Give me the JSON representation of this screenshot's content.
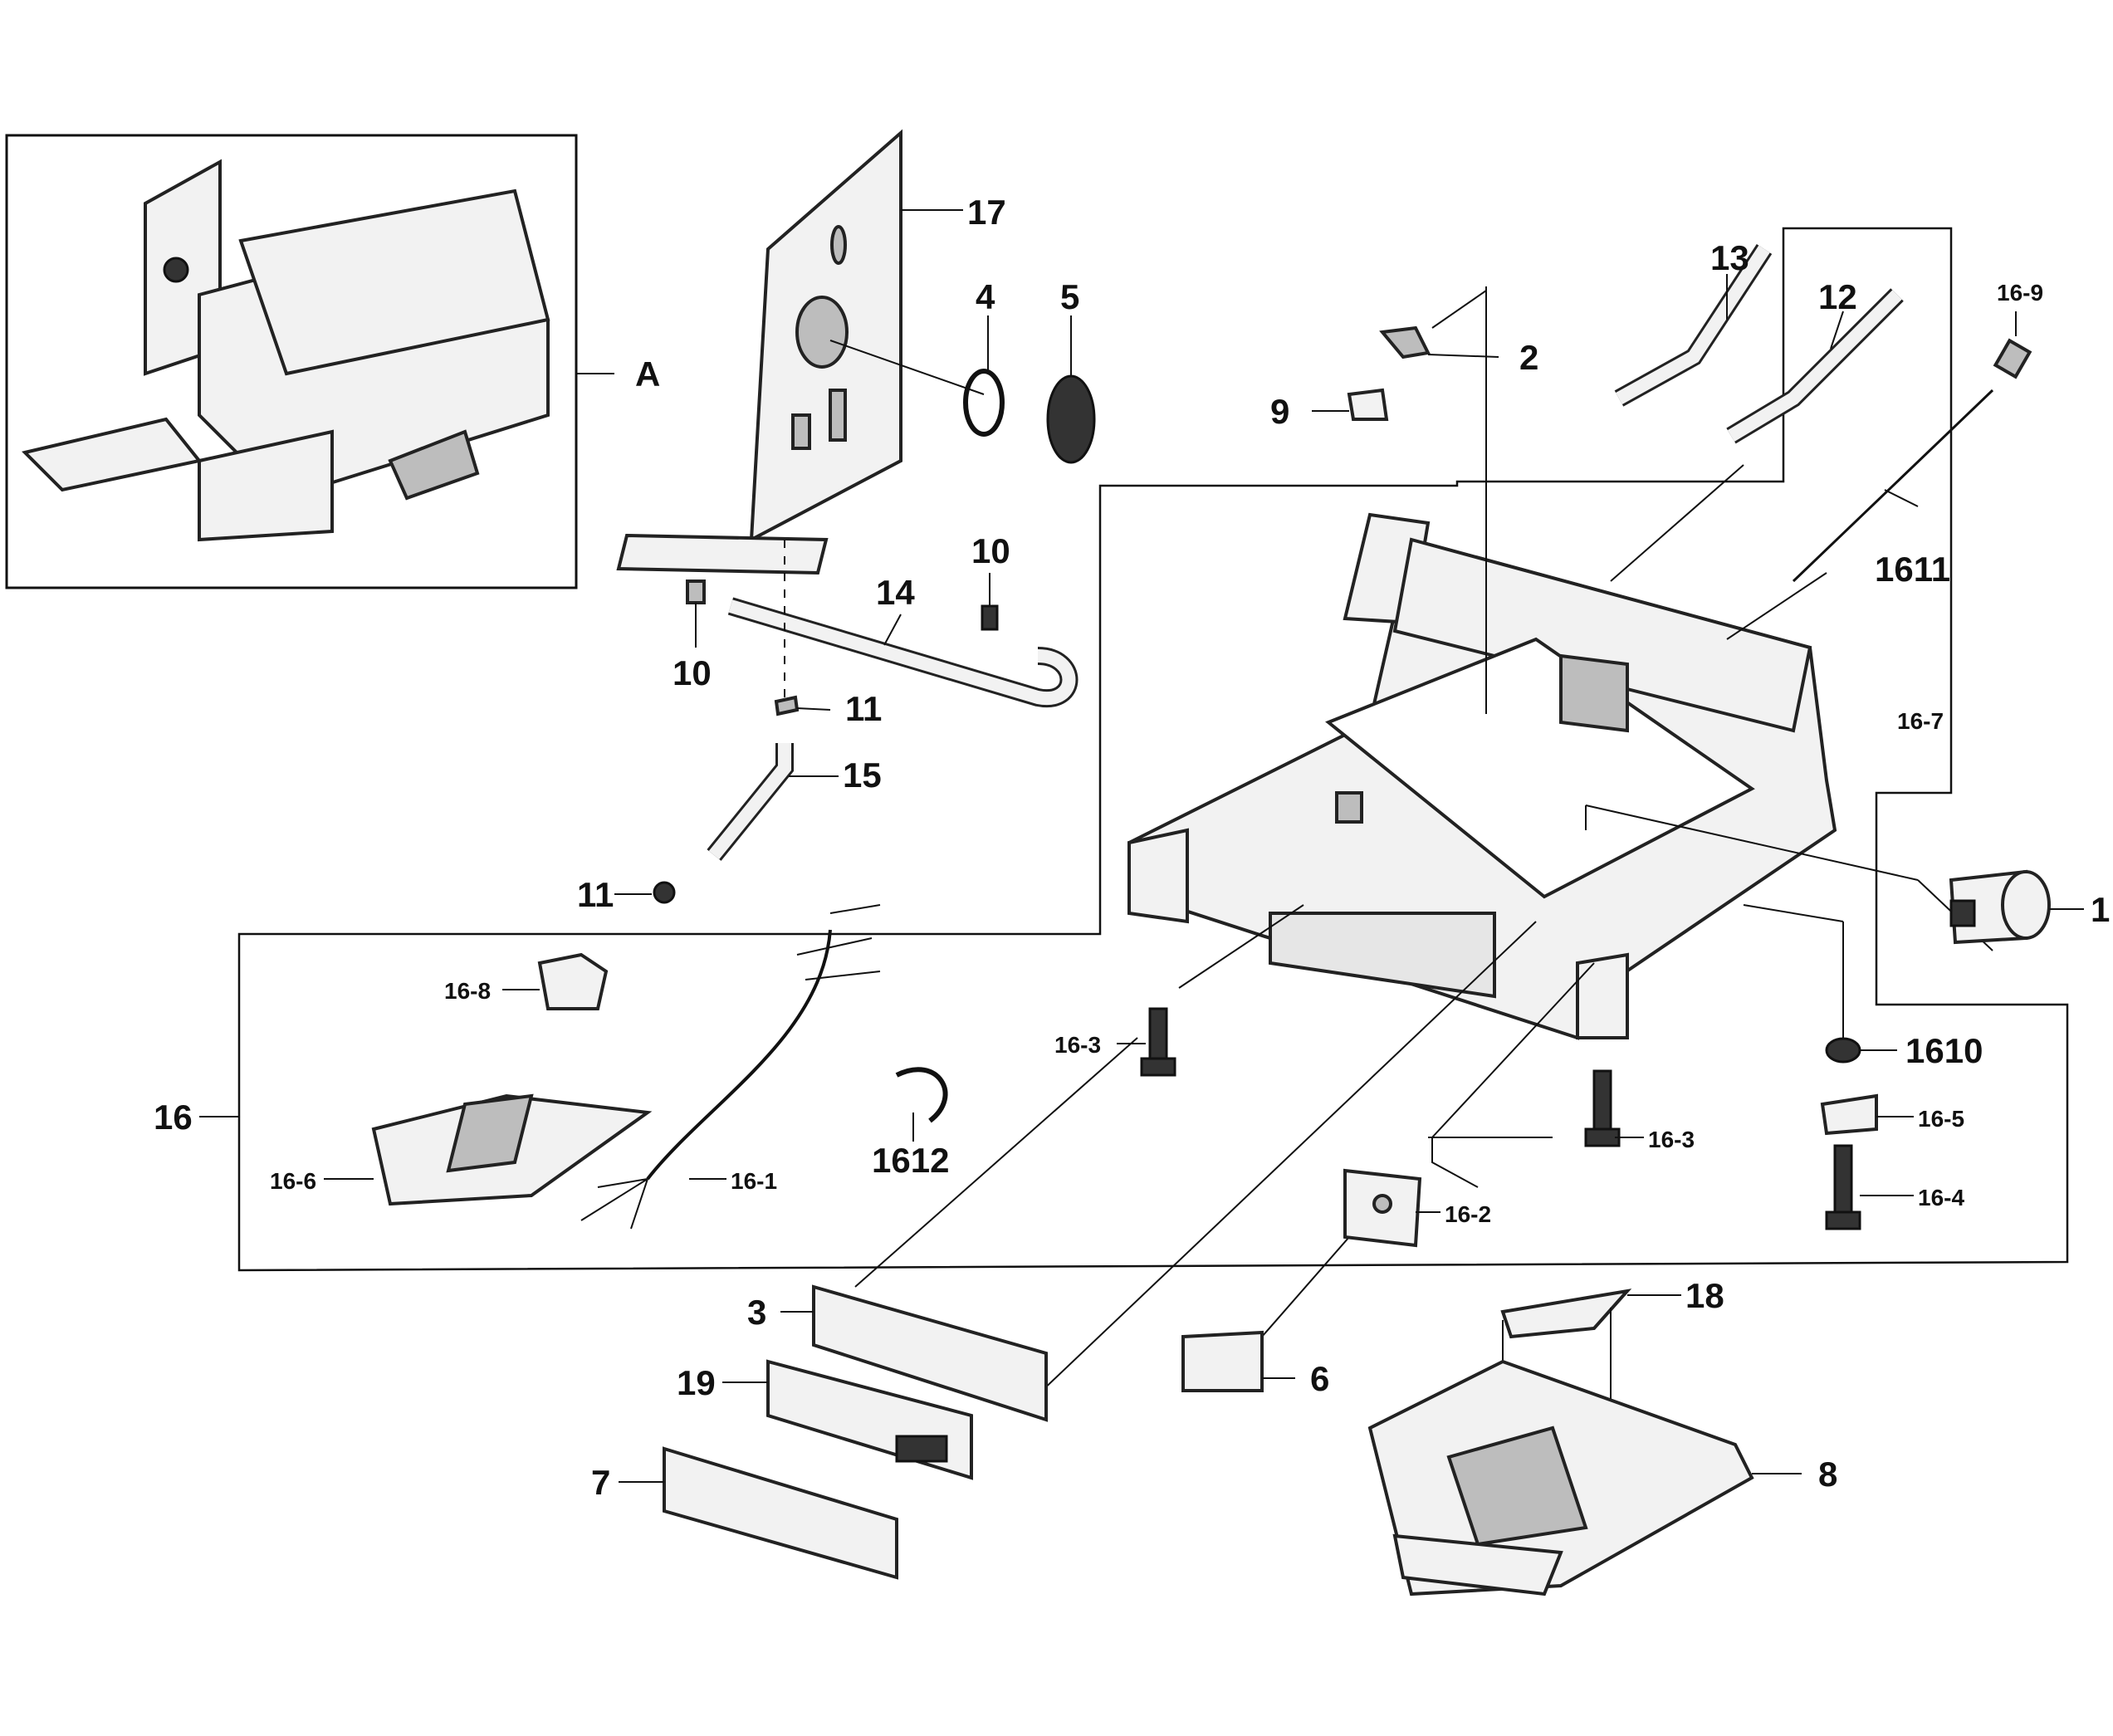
{
  "labels": {
    "A": "A",
    "p1": "1",
    "p2": "2",
    "p3": "3",
    "p4": "4",
    "p5": "5",
    "p6": "6",
    "p7": "7",
    "p8": "8",
    "p9": "9",
    "p10a": "10",
    "p10b": "10",
    "p11a": "11",
    "p11b": "11",
    "p12": "12",
    "p13": "13",
    "p14": "14",
    "p15": "15",
    "p16": "16",
    "p17": "17",
    "p18": "18",
    "p19": "19",
    "p16_1": "16-1",
    "p16_2": "16-2",
    "p16_3a": "16-3",
    "p16_3b": "16-3",
    "p16_4": "16-4",
    "p16_5": "16-5",
    "p16_6": "16-6",
    "p16_7": "16-7",
    "p16_8": "16-8",
    "p16_9": "16-9",
    "p1610": "1610",
    "p1611": "1611",
    "p1612": "1612"
  }
}
